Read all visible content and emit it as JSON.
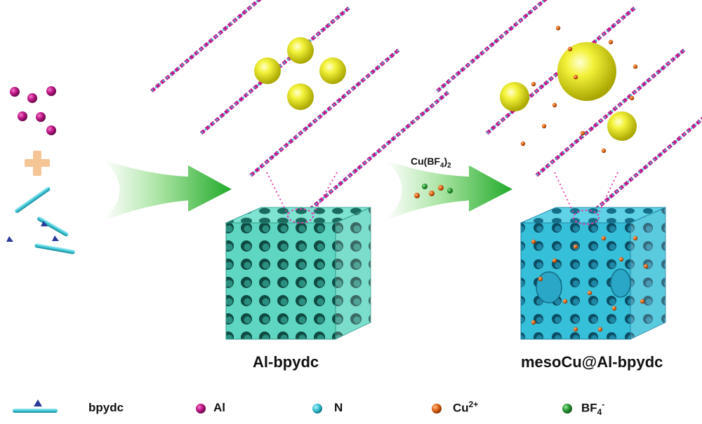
{
  "reagent_arrow": {
    "label_main": "Cu(BF",
    "label_sub": "4",
    "label_close": ")",
    "label_sub2": "2"
  },
  "products": {
    "first": "Al-bpydc",
    "second": "mesoCu@Al-bpydc"
  },
  "legend": {
    "bpydc": "bpydc",
    "al": "Al",
    "n": "N",
    "cu": "Cu",
    "cu_sup": "2+",
    "bf": "BF",
    "bf_sub": "4",
    "bf_sup": "-"
  },
  "colors": {
    "al": "#c2188a",
    "n": "#3ec6d6",
    "cu": "#e56a1c",
    "bf4": "#2e9e3a",
    "plus": "#f5c596",
    "sphere": "#e8e81a",
    "cube_teal": "#5fd6c2",
    "cube_blue": "#36bfd9",
    "arrow_green": "#3cb83c",
    "dotted": "#e040b0"
  }
}
